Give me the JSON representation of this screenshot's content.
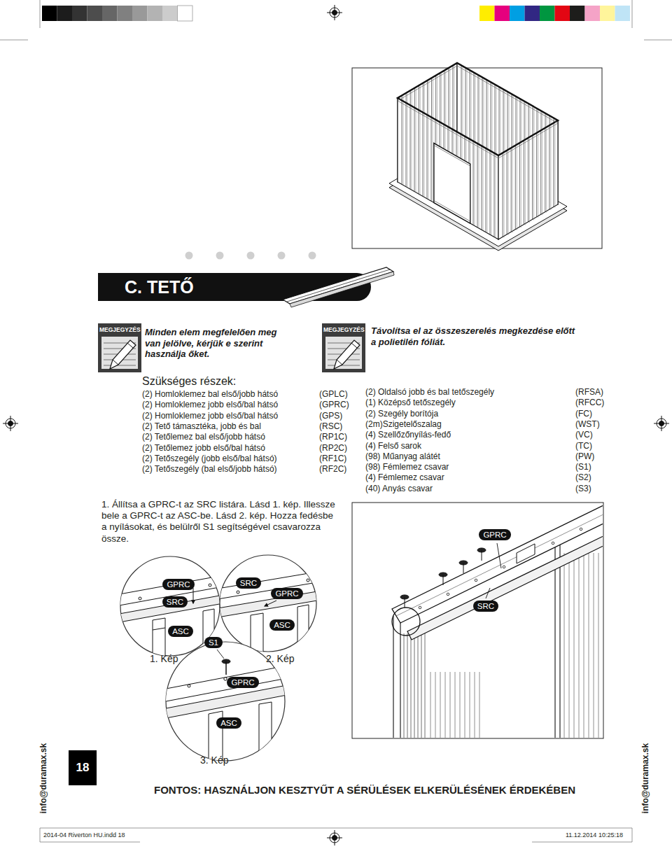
{
  "diagram": {
    "title": "C. TETŐ",
    "nodes": [
      {
        "text": [
          "MEGJEGYZÉS"
        ]
      },
      {
        "text": [
          "MEGJEGYZÉS"
        ]
      },
      {
        "text": [
          "GPRC"
        ]
      },
      {
        "text": [
          "GPRC"
        ]
      },
      {
        "text": [
          "SRC"
        ]
      },
      {
        "text": [
          "ASC"
        ]
      },
      {
        "text": [
          "SRC"
        ]
      },
      {
        "text": [
          "GPRC"
        ]
      },
      {
        "text": [
          "ASC"
        ]
      },
      {
        "text": [
          "SRC"
        ]
      },
      {
        "text": [
          "S1"
        ]
      },
      {
        "text": [
          "GPRC"
        ]
      },
      {
        "text": [
          "ASC"
        ]
      },
      {
        "text": [
          "18"
        ]
      }
    ],
    "labels": [
      "Minden elem megfelelően meg van jelölve, kérjük e szerint használja őket.",
      "Távolítsa el az összeszerelés megkezdése előtt a polietilén fóliát.",
      "Szükséges részek:",
      "(2) Homloklemez bal első/jobb hátsó",
      "(GPLC)",
      "(2) Homloklemez jobb első/bal hátsó",
      "(GPRC)",
      "(2) Homloklemez jobb első/bal hátsó",
      "(GPS)",
      "(2) Tető támasztéka, jobb és bal",
      "(RSC)",
      "(2) Tetőlemez bal első/jobb hátsó",
      "(RP1C)",
      "(2) Tetőlemez jobb első/bal hátsó",
      "(RP2C)",
      "(2) Tetőszegély (jobb első/bal hátsó)",
      "(RF1C)",
      "(2) Tetőszegély (bal első/jobb hátsó)",
      "(RF2C)",
      "(2) Oldalsó jobb és bal tetőszegély",
      "(RFSA)",
      "(1) Középső tetőszegély",
      "(RFCC)",
      "(2) Szegély borítója",
      "(FC)",
      "(2m)Szigetelőszalag",
      "(WST)",
      "(4) Szellőzőnyílás-fedő",
      "(VC)",
      "(4) Felső sarok",
      "(TC)",
      "(98) Műanyag alátét",
      "(PW)",
      "(98) Fémlemez csavar",
      "(S1)",
      "(4) Fémlemez csavar",
      "(S2)",
      "(40) Anyás csavar",
      "(S3)",
      "1. Állítsa a GPRC-t az SRC listára. Lásd 1. kép. Illessze bele a GPRC-t az ASC-be. Lásd 2. kép. Hozza fedésbe a nyílásokat, és belülről S1 segítségével csavarozza össze.",
      "1. Kép",
      "2. Kép",
      "3. Kép",
      "info@duramax.sk",
      "FONTOS: HASZNÁLJON KESZTYŰT A SÉRÜLÉSEK ELKERÜLÉSÉNEK ÉRDEKÉBEN",
      "info@duramax.sk",
      "2014-04 Riverton HU.indd 18",
      "11.12.2014 10:25:18"
    ]
  }
}
